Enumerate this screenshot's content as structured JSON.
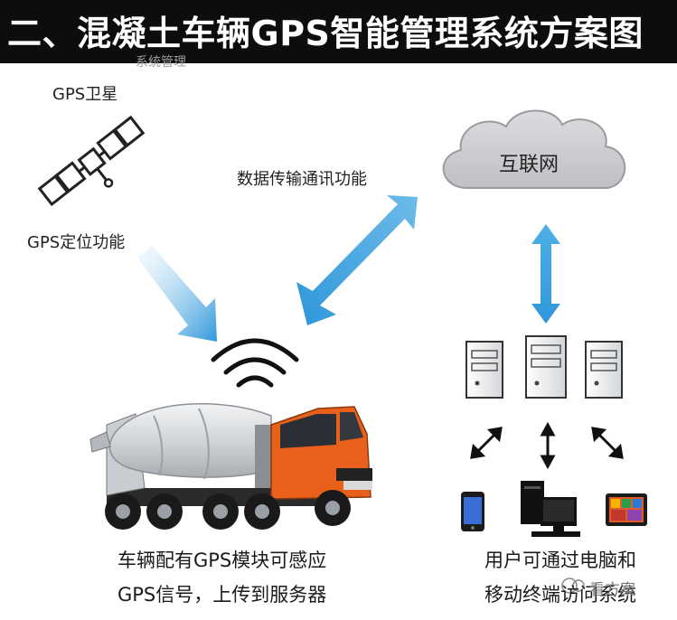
{
  "title": "二、混凝土车辆GPS智能管理系统方案图",
  "ghost_text": "系统管理",
  "labels": {
    "satellite": "GPS卫星",
    "gps_function": "GPS定位功能",
    "data_transfer": "数据传输通讯功能",
    "internet": "互联网",
    "truck_line1": "车辆配有GPS模块可感应",
    "truck_line2": "GPS信号，上传到服务器",
    "user_line1": "用户可通过电脑和",
    "user_line2": "移动终端访问系统",
    "watermark": "看方案"
  },
  "colors": {
    "title_bg": "#0d0d0d",
    "arrow_blue": "#3aa3e0",
    "cloud": "#cfcfd3",
    "truck_cab": "#e9601b",
    "mixer_drum": "#d8dadd"
  },
  "icons": [
    "satellite-icon",
    "wifi-signal-icon",
    "cloud-icon",
    "server-icon",
    "phone-icon",
    "desktop-icon",
    "tablet-icon",
    "mixer-truck-icon"
  ]
}
